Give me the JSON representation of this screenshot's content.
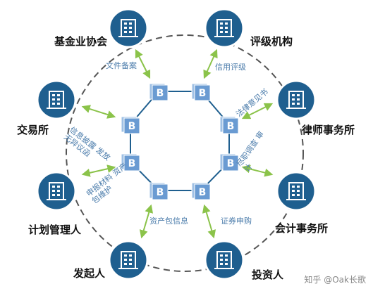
{
  "nodes": [
    {
      "id": "jijinye",
      "label": "基金业协会",
      "icon": "building-icon"
    },
    {
      "id": "pingji",
      "label": "评级机构",
      "icon": "building-icon"
    },
    {
      "id": "lvshi",
      "label": "律师事务所",
      "icon": "building-icon"
    },
    {
      "id": "kuaiji",
      "label": "会计事务所",
      "icon": "building-icon"
    },
    {
      "id": "touzi",
      "label": "投资人",
      "icon": "building-icon"
    },
    {
      "id": "faqi",
      "label": "发起人",
      "icon": "building-icon"
    },
    {
      "id": "jihua",
      "label": "计划管理人",
      "icon": "building-icon"
    },
    {
      "id": "jiaoyi",
      "label": "交易所",
      "icon": "building-icon"
    }
  ],
  "edges": [
    {
      "from": "jijinye",
      "label": "文件备案"
    },
    {
      "from": "pingji",
      "label": "信用评级"
    },
    {
      "from": "lvshi",
      "label": "法律意见书"
    },
    {
      "from": "kuaiji",
      "label": "尽职调查 审计"
    },
    {
      "from": "touzi",
      "label": "证券申购"
    },
    {
      "from": "faqi",
      "label": "资产包信息"
    },
    {
      "from": "jihua",
      "label": "申报材料 资产包维护"
    },
    {
      "from": "jiaoyi",
      "label": "信息披露 发放无异议函"
    }
  ],
  "block_label": "B",
  "colors": {
    "node_fill": "#1f5f8f",
    "block_fill": "#6a9bd2",
    "arrow": "#8bc34a",
    "edge_text": "#4b7cab",
    "ring": "#555555"
  },
  "watermark": "知乎 @Oak长歌"
}
